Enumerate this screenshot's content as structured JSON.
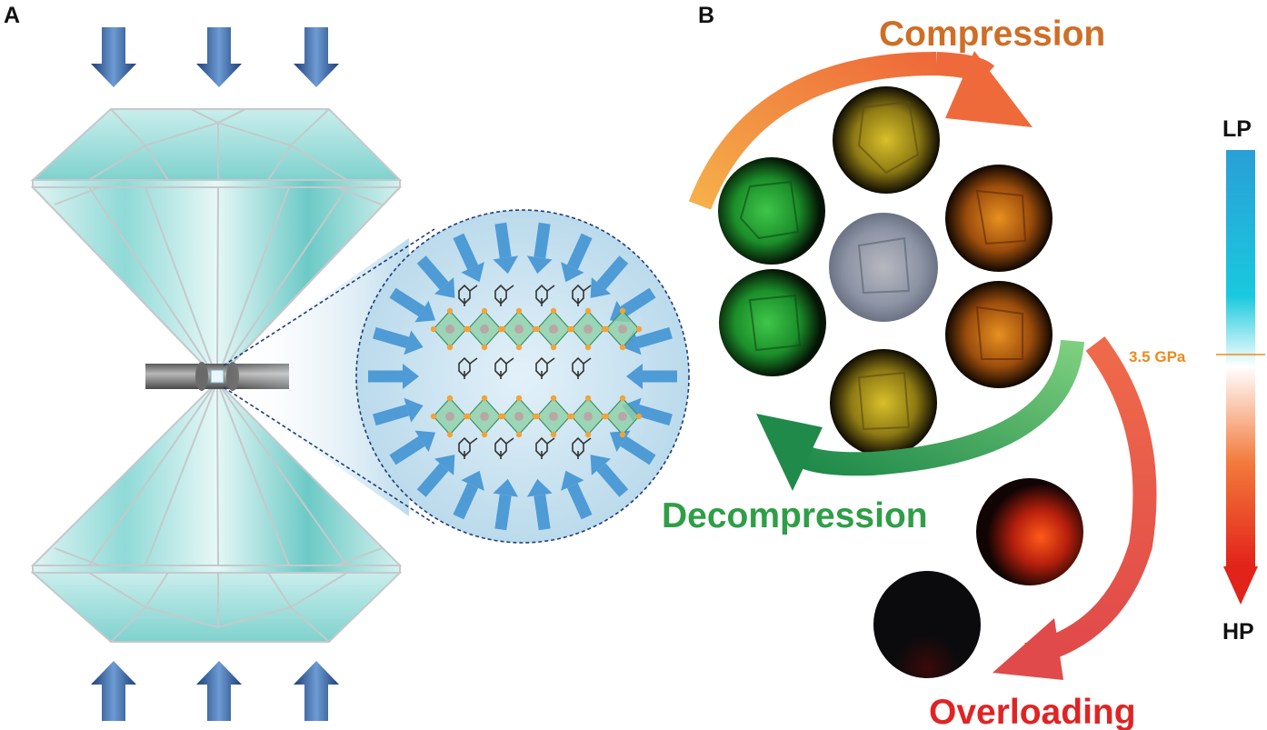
{
  "panels": {
    "a": "A",
    "b": "B"
  },
  "labels": {
    "compression": "Compression",
    "decompression": "Decompression",
    "overloading": "Overloading"
  },
  "scale": {
    "top": "LP",
    "bottom": "HP",
    "marker": "3.5 GPa"
  },
  "colors": {
    "compression": "#cf6e26",
    "decompression": "#2f9e47",
    "overloading": "#e02424",
    "marker": "#ee8a1a",
    "diamond": "#8fdad7",
    "force_arrow": "#2f5d9a",
    "molecule_arrow": "#4e9bd6"
  },
  "icons": {
    "force_arrow": "down-arrow-icon",
    "molecule_arrow": "pressure-arrow-icon"
  }
}
